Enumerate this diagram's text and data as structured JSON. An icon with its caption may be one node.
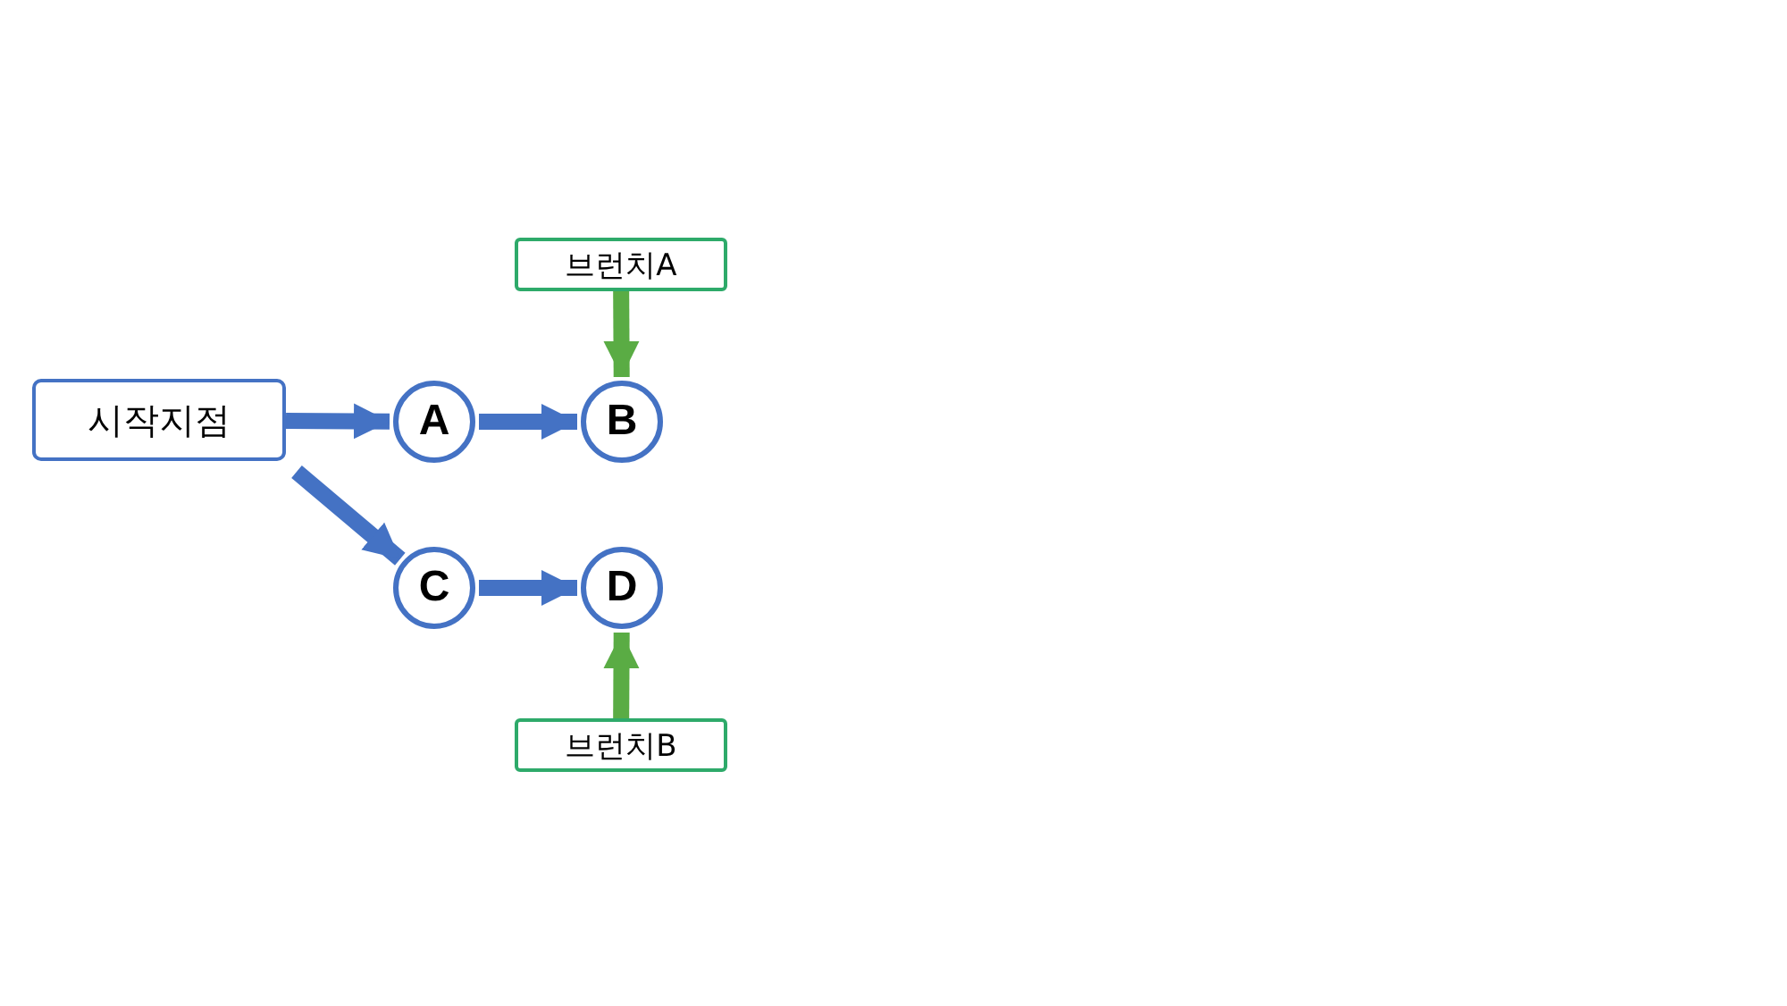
{
  "diagram": {
    "nodes": [
      {
        "text": [
          "시작지점"
        ]
      },
      {
        "text": [
          "A"
        ]
      },
      {
        "text": [
          "B"
        ]
      },
      {
        "text": [
          "C"
        ]
      },
      {
        "text": [
          "D"
        ]
      },
      {
        "text": [
          "브런치A"
        ]
      },
      {
        "text": [
          "브런치B"
        ]
      }
    ],
    "edges": [
      {
        "from": 0,
        "to": 1,
        "arrow": "to"
      },
      {
        "from": 1,
        "to": 2,
        "arrow": "to"
      },
      {
        "from": 0,
        "to": 3,
        "arrow": "to"
      },
      {
        "from": 3,
        "to": 4,
        "arrow": "to"
      },
      {
        "from": 5,
        "to": 2,
        "arrow": "to",
        "color": "#5aac44"
      },
      {
        "from": 6,
        "to": 4,
        "arrow": "to",
        "color": "#5aac44"
      }
    ]
  }
}
